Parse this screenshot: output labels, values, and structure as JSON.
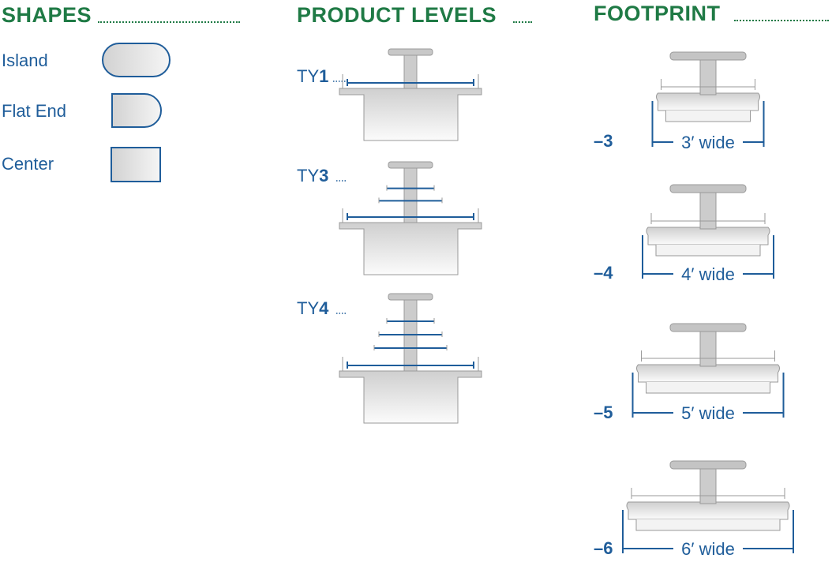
{
  "colors": {
    "heading": "#1f7a45",
    "accent": "#1f5d9a",
    "fixture_fill_light": "#f7f7f7",
    "fixture_fill_dark": "#cfcfcf",
    "outline_gray": "#9a9a9a"
  },
  "shapes": {
    "title": "SHAPES",
    "items": [
      {
        "label": "Island",
        "icon": "island-shape-icon"
      },
      {
        "label": "Flat End",
        "icon": "flat-end-shape-icon"
      },
      {
        "label": "Center",
        "icon": "center-shape-icon"
      }
    ]
  },
  "product_levels": {
    "title": "PRODUCT LEVELS",
    "items": [
      {
        "prefix": "TY",
        "number": "1",
        "shelves": 1
      },
      {
        "prefix": "TY",
        "number": "3",
        "shelves": 3
      },
      {
        "prefix": "TY",
        "number": "4",
        "shelves": 4
      }
    ]
  },
  "footprint": {
    "title": "FOOTPRINT",
    "items": [
      {
        "code": "–3",
        "width_label": "3′ wide",
        "feet": 3
      },
      {
        "code": "–4",
        "width_label": "4′ wide",
        "feet": 4
      },
      {
        "code": "–5",
        "width_label": "5′ wide",
        "feet": 5
      },
      {
        "code": "–6",
        "width_label": "6′ wide",
        "feet": 6
      }
    ]
  }
}
